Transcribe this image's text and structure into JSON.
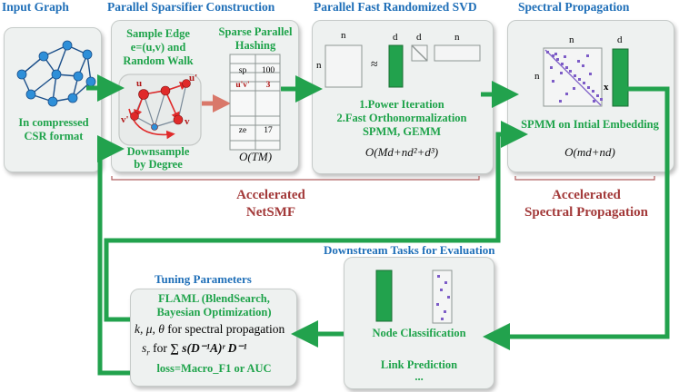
{
  "sections": {
    "input_graph": {
      "title": "Input Graph",
      "line1": "In compressed",
      "line2": "CSR format"
    },
    "sparsifier": {
      "title": "Parallel Sparsifier Construction",
      "sample_l1": "Sample Edge",
      "sample_l2": "e=(u,v) and",
      "sample_l3": "Random Walk",
      "node_u": "u",
      "node_v": "v",
      "node_u2": "u'",
      "node_v2": "v'",
      "down_l1": "Downsample",
      "down_l2": "by Degree",
      "hash_l1": "Sparse Parallel",
      "hash_l2": "Hashing",
      "hash_rows": [
        [
          "sp",
          "100"
        ],
        [
          "u'v'",
          "3"
        ],
        [
          "ze",
          "17"
        ]
      ],
      "complexity": "O(TM)"
    },
    "svd": {
      "title": "Parallel Fast Randomized SVD",
      "n_top": "n",
      "n_left": "n",
      "approx": "≈",
      "d1": "d",
      "d2": "d",
      "n_right": "n",
      "step1": "1.Power Iteration",
      "step2": "2.Fast Orthonormalization",
      "step3": "SPMM, GEMM",
      "complexity": "O(Md+nd²+d³)"
    },
    "spectral": {
      "title": "Spectral Propagation",
      "n_top": "n",
      "n_left": "n",
      "d": "d",
      "times": "x",
      "caption": "SPMM on Intial Embedding",
      "complexity": "O(md+nd)"
    },
    "accel_netsmf": {
      "l1": "Accelerated",
      "l2": "NetSMF"
    },
    "accel_spectral": {
      "l1": "Accelerated",
      "l2": "Spectral Propagation"
    },
    "downstream": {
      "title": "Downstream Tasks for Evaluation",
      "node_cls": "Node Classification",
      "link_pred": "Link Prediction",
      "more": "..."
    },
    "tuning": {
      "title": "Tuning Parameters",
      "flaml_l1": "FLAML (BlendSearch,",
      "flaml_l2": "Bayesian Optimization)",
      "params": "k, μ, θ",
      "params_suffix": " for spectral propagation",
      "sr": "s",
      "sr_sub": "r",
      "sr_for": " for ",
      "formula": "∑ s(D⁻¹A)ʳ D⁻¹",
      "loss": "loss=Macro_F1 or AUC"
    }
  },
  "colors": {
    "title_blue": "#1f6fb8",
    "green": "#1ea34a",
    "arrow_green": "#22a24d",
    "accent_red": "#a33a3a",
    "node_blue": "#2e8fd8",
    "node_red": "#e02a2a",
    "dot_purple": "#7d5cc7"
  }
}
